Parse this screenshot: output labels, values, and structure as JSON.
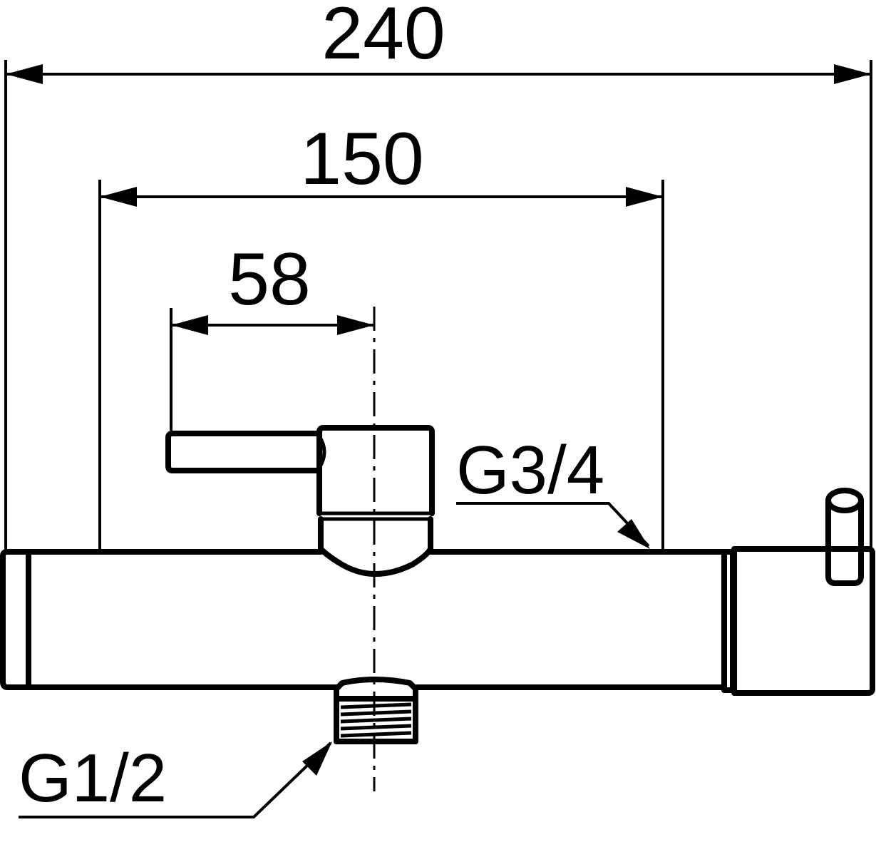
{
  "dimensions": {
    "overall_width": "240",
    "inlet_spacing": "150",
    "handle_offset": "58"
  },
  "threads": {
    "outlet": "G1/2",
    "inlet": "G3/4"
  },
  "colors": {
    "line": "#000000",
    "background": "#ffffff"
  }
}
